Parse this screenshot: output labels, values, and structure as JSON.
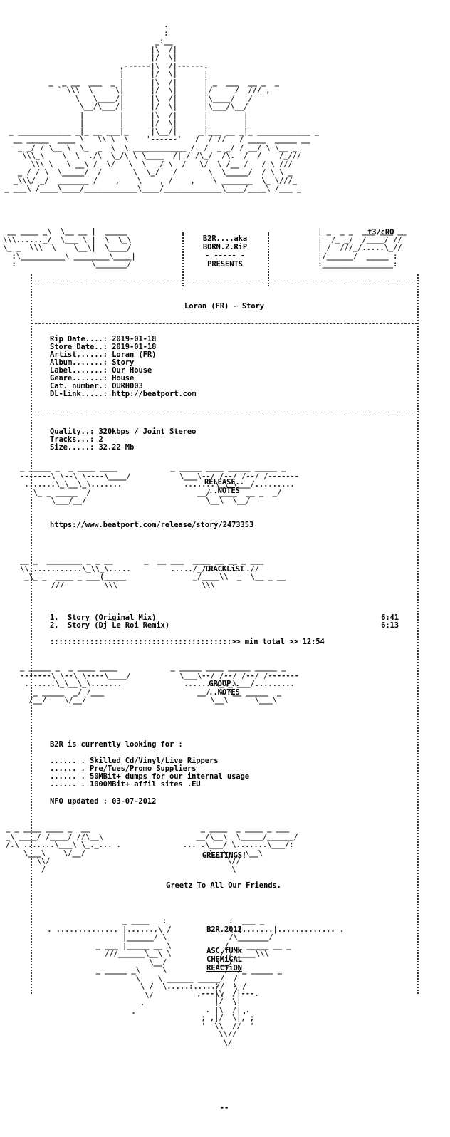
{
  "header": {
    "credit": "f3/cRO",
    "group_line1": "B2R....aka",
    "group_line2": "BORN.2.RiP",
    "presents": "PRESENTS"
  },
  "release": {
    "title": "Loran (FR) - Story"
  },
  "info": [
    {
      "label": "Rip Date....:",
      "value": "2019-01-18"
    },
    {
      "label": "Store Date..:",
      "value": "2019-01-18"
    },
    {
      "label": "Artist......:",
      "value": "Loran (FR)"
    },
    {
      "label": "Album.......:",
      "value": "Story"
    },
    {
      "label": "Label.......:",
      "value": "Our House"
    },
    {
      "label": "Genre.......:",
      "value": "House"
    },
    {
      "label": "Cat. number.:",
      "value": "OURH003"
    },
    {
      "label": "DL-Link.....:",
      "value": "http://beatport.com"
    }
  ],
  "quality": [
    {
      "label": "Quality..:",
      "value": "320kbps / Joint Stereo"
    },
    {
      "label": "Tracks...:",
      "value": "2"
    },
    {
      "label": "Size.....:",
      "value": "32.22 Mb"
    }
  ],
  "release_notes": {
    "heading1": "RELEASE..",
    "heading2": "..NOTES",
    "url": "https://www.beatport.com/release/story/2473353"
  },
  "tracklist": {
    "heading": "TRACKLiST",
    "tracks": [
      {
        "num": "1.",
        "title": "Story (Original Mix)",
        "time": "6:41"
      },
      {
        "num": "2.",
        "title": "Story (Dj Le Roi Remix)",
        "time": "6:13"
      }
    ],
    "total_line": ":::::::::::::::::::::::::::::::::::::::::>> min total >> 12:54"
  },
  "group_notes": {
    "heading1": "GROUP..",
    "heading2": "..NOTES",
    "intro": "B2R is currently looking for :",
    "items": [
      "...... . Skilled Cd/Vinyl/Live Rippers",
      "...... . Pre/Tues/Promo Suppliers",
      "...... . 50MBit+ dumps for our internal usage",
      "...... . 1000MBit+ affil sites .EU"
    ],
    "updated": "NFO updated : 03-07-2012"
  },
  "greetings": {
    "heading": "GREETINGS!",
    "text": "Greetz To All Our Friends."
  },
  "footer": {
    "group_year": "B2R.2012",
    "credit1": "ASC.fUMk",
    "credit2": "CHEMiCAL",
    "credit3": "REACTiON",
    "end": "--"
  }
}
